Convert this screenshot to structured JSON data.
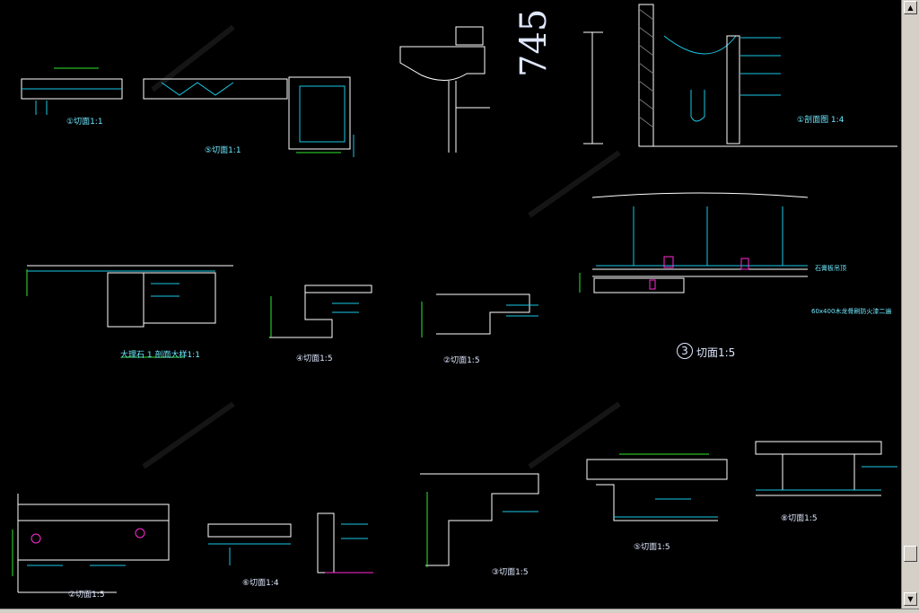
{
  "canvas": {
    "background": "#000000",
    "line_cyan": "#19c8e6",
    "line_white": "#ffffff",
    "line_green": "#2ee82e",
    "line_magenta": "#ff2ad4"
  },
  "labels": {
    "sec_top_left": "①切面1:1",
    "sec_top_mid": "⑤切面1:1",
    "sec_basin": "①剖面图 1:4",
    "sec_left_mid": "大理石 1 剖面大样1:1",
    "sec4": "④切面1:5",
    "sec2": "②切面1:5",
    "sec3": "切面1:5",
    "sec3_num": "3",
    "annot_right_1": "石膏板吊顶",
    "annot_right_2": "60x400木龙骨刷防火漆二遍",
    "sec_bottom_left": "②切面1:5",
    "sec6": "⑥切面1:4",
    "sec3b": "③切面1:5",
    "sec5": "⑤切面1:5",
    "sec8": "⑧切面1:5",
    "big_dim": "745"
  },
  "scrollbar": {
    "up": "▲",
    "down": "▼"
  }
}
